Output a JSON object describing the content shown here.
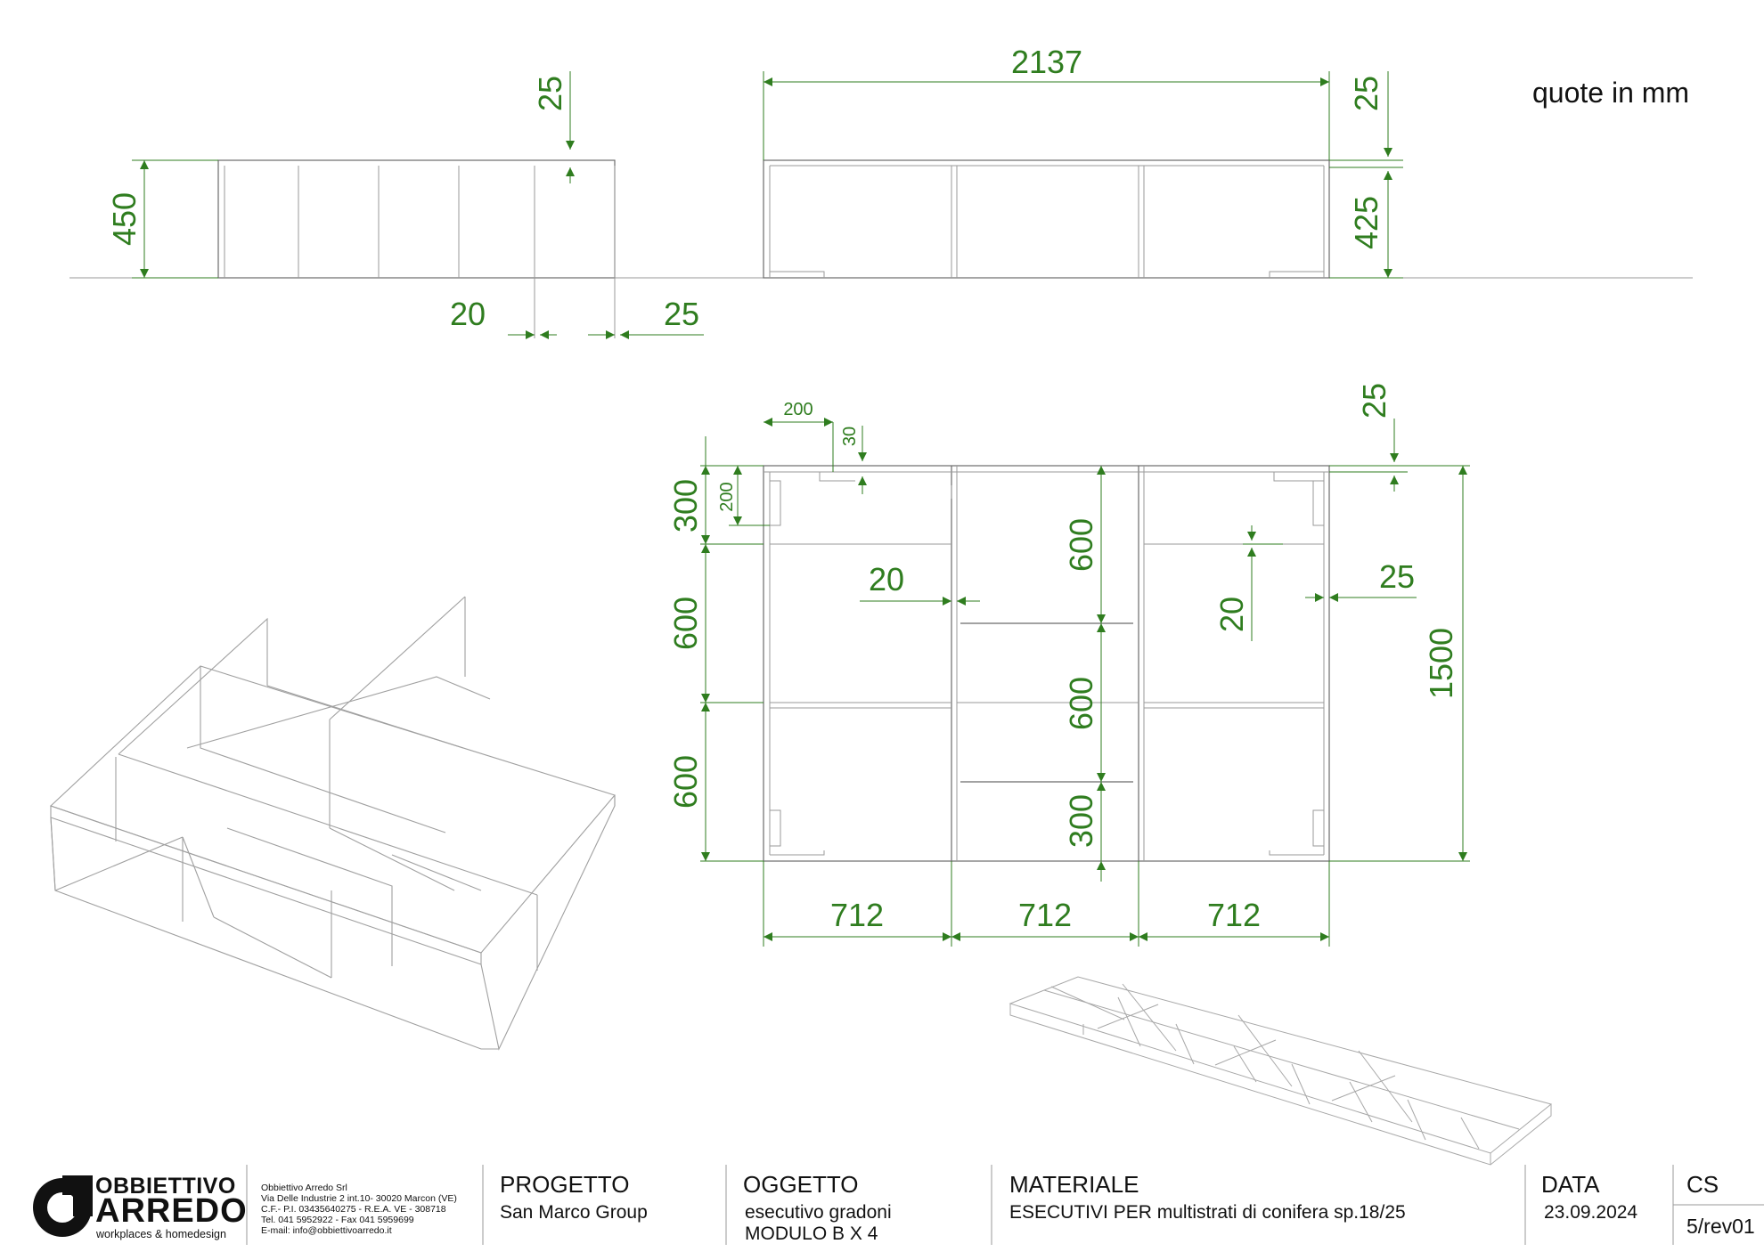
{
  "units_note": "quote in mm",
  "dimensions": {
    "elev_left_height": "450",
    "elev_left_top": "25",
    "elev_left_bottom_a": "20",
    "elev_left_bottom_b": "25",
    "elev_right_width": "2137",
    "elev_right_top": "25",
    "elev_right_height": "425",
    "plan_top_200": "200",
    "plan_top_30": "30",
    "plan_top_right_25": "25",
    "plan_left_300": "300",
    "plan_left_small_200": "200",
    "plan_left_600a": "600",
    "plan_left_600b": "600",
    "plan_mid_600a": "600",
    "plan_mid_600b": "600",
    "plan_mid_300": "300",
    "plan_mid_20": "20",
    "plan_right_20": "20",
    "plan_right_25": "25",
    "plan_total_1500": "1500",
    "plan_w1": "712",
    "plan_w2": "712",
    "plan_w3": "712"
  },
  "title_block": {
    "company_name_line1": "OBBIETTIVO",
    "company_name_line2": "ARREDO",
    "company_tagline": "workplaces & homedesign",
    "company_info": [
      "Obbiettivo Arredo Srl",
      "Via Delle Industrie 2 int.10- 30020 Marcon (VE)",
      "C.F.- P.I. 03435640275  - R.E.A. VE - 308718",
      "Tel. 041 5952922 - Fax 041 5959699",
      "E-mail: info@obbiettivoarredo.it"
    ],
    "progetto_label": "PROGETTO",
    "progetto_value": "San Marco Group",
    "oggetto_label": "OGGETTO",
    "oggetto_value_1": "esecutivo gradoni",
    "oggetto_value_2": "MODULO B X 4",
    "materiale_label": "MATERIALE",
    "materiale_value": "ESECUTIVI PER multistrati di conifera sp.18/25",
    "data_label": "DATA",
    "data_value": "23.09.2024",
    "cs_label": "CS",
    "cs_value": "5/rev01"
  },
  "colors": {
    "dimension_green": "#2f7d1f",
    "drawing_line": "#6b6b6b"
  }
}
